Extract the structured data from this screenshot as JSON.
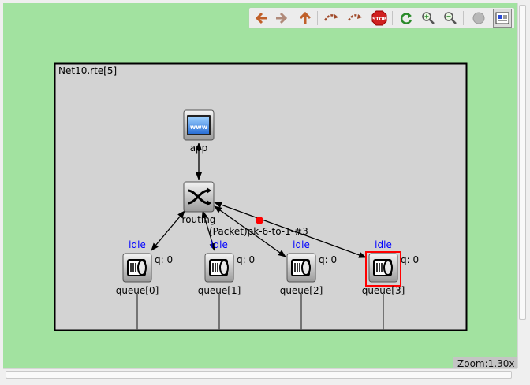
{
  "toolbar": {
    "buttons": [
      {
        "name": "back-arrow-icon",
        "label": "Back"
      },
      {
        "name": "forward-arrow-icon",
        "label": "Forward"
      },
      {
        "name": "up-arrow-icon",
        "label": "Go to parent module"
      },
      {
        "name": "step-back-icon",
        "label": "Run until"
      },
      {
        "name": "step-forward-icon",
        "label": "Run"
      },
      {
        "name": "stop-icon",
        "label": "STOP"
      },
      {
        "name": "refresh-icon",
        "label": "Refresh"
      },
      {
        "name": "zoom-in-icon",
        "label": "Zoom in"
      },
      {
        "name": "zoom-out-icon",
        "label": "Zoom out"
      },
      {
        "name": "animation-speed-icon",
        "label": "Animation"
      },
      {
        "name": "layout-icon",
        "label": "Layout"
      }
    ]
  },
  "network": {
    "title": "Net10.rte[5]",
    "modules": {
      "app": {
        "label": "app"
      },
      "routing": {
        "label": "routing"
      },
      "queues": [
        {
          "label": "queue[0]",
          "status": "idle",
          "q": "q: 0"
        },
        {
          "label": "queue[1]",
          "status": "idle",
          "q": "q: 0"
        },
        {
          "label": "queue[2]",
          "status": "idle",
          "q": "q: 0"
        },
        {
          "label": "queue[3]",
          "status": "idle",
          "q": "q: 0",
          "selected": true
        }
      ]
    },
    "packet": {
      "label": "(Packet)pk-6-to-1-#3",
      "color": "#ff0000"
    }
  },
  "zoom": {
    "label": "Zoom:1.30x"
  },
  "colors": {
    "canvas_bg": "#a2e2a0",
    "module_bg": "#d3d3d3",
    "status_text": "#0000ff",
    "selection": "#ff0000"
  }
}
